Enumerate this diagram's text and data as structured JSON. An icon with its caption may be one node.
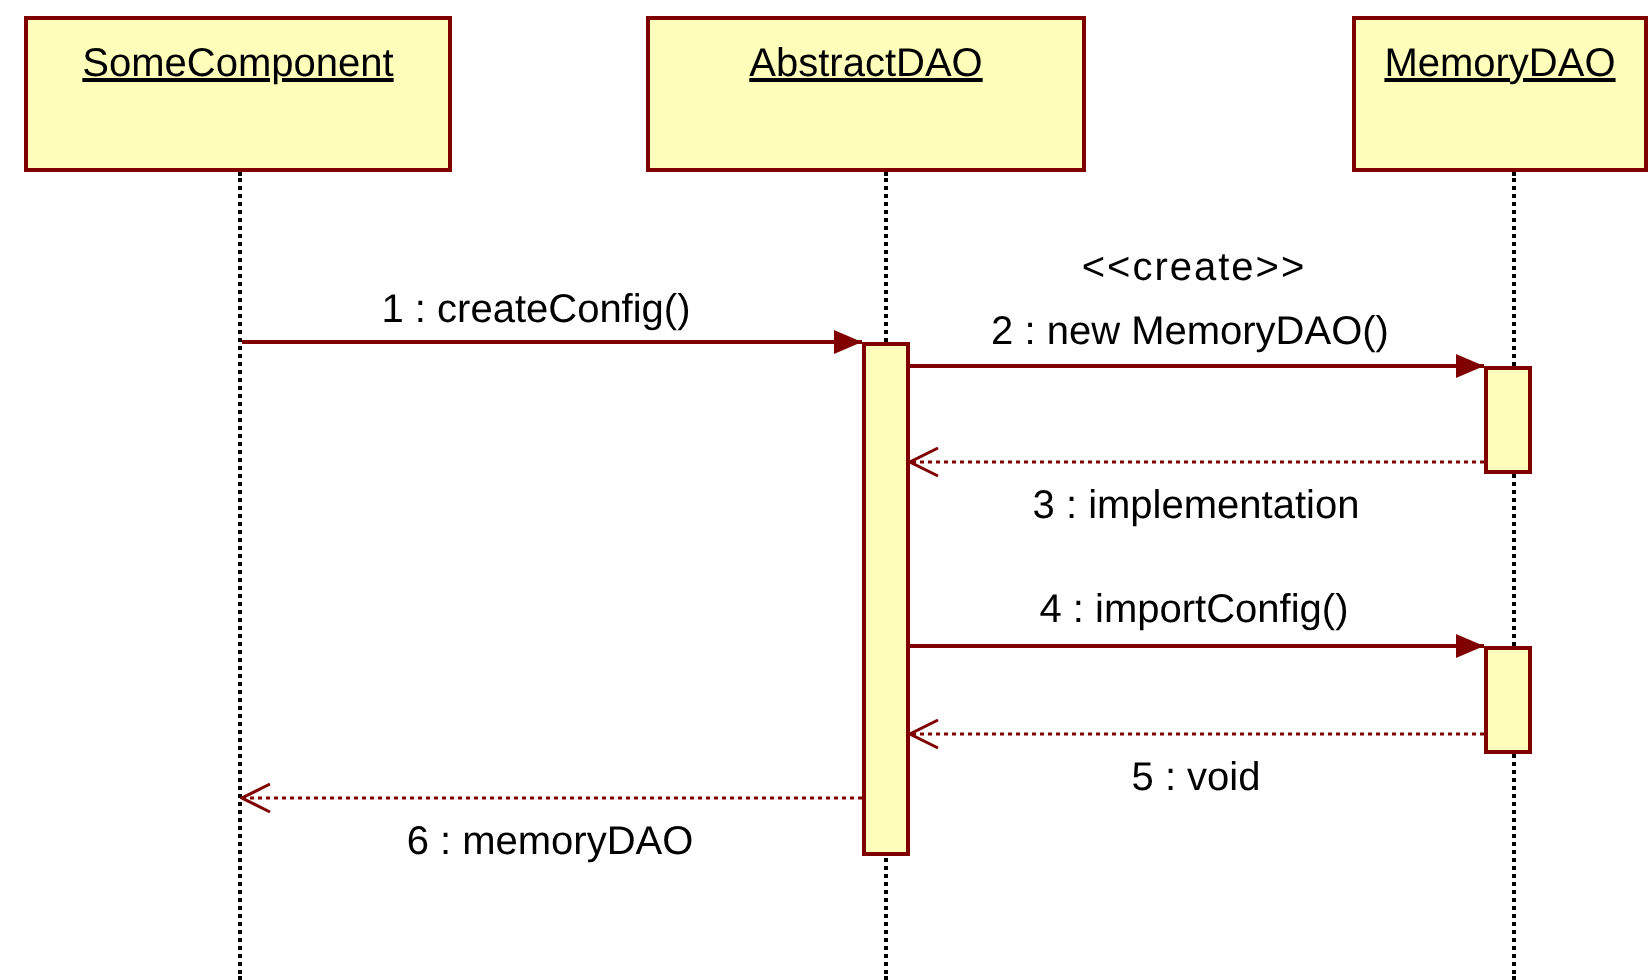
{
  "diagram": {
    "nodes": [
      {
        "text": [
          "SomeComponent"
        ]
      },
      {
        "text": [
          "AbstractDAO"
        ]
      },
      {
        "text": [
          "MemoryDAO"
        ]
      },
      {
        "text": [],
        "shape": "line"
      },
      {
        "text": [],
        "shape": "line"
      },
      {
        "text": [],
        "shape": "line"
      },
      {
        "text": [],
        "shape": "bar"
      },
      {
        "text": [],
        "shape": "bar"
      },
      {
        "text": [],
        "shape": "bar"
      }
    ],
    "edges": [
      {
        "from": 3,
        "to": 6,
        "arrow": "to",
        "label": "1 : createConfig()"
      },
      {
        "from": 6,
        "to": 7,
        "arrow": "to",
        "label": "2 : new MemoryDAO()"
      },
      {
        "from": 7,
        "to": 6,
        "arrow": "to",
        "label": "3 : implementation",
        "style": "dashed"
      },
      {
        "from": 6,
        "to": 8,
        "arrow": "to",
        "label": "4 : importConfig()"
      },
      {
        "from": 8,
        "to": 6,
        "arrow": "to",
        "label": "5 : void",
        "style": "dashed"
      },
      {
        "from": 6,
        "to": 3,
        "arrow": "to",
        "label": "6 : memoryDAO",
        "style": "dashed"
      }
    ],
    "labels": [
      "<<create>>"
    ]
  }
}
